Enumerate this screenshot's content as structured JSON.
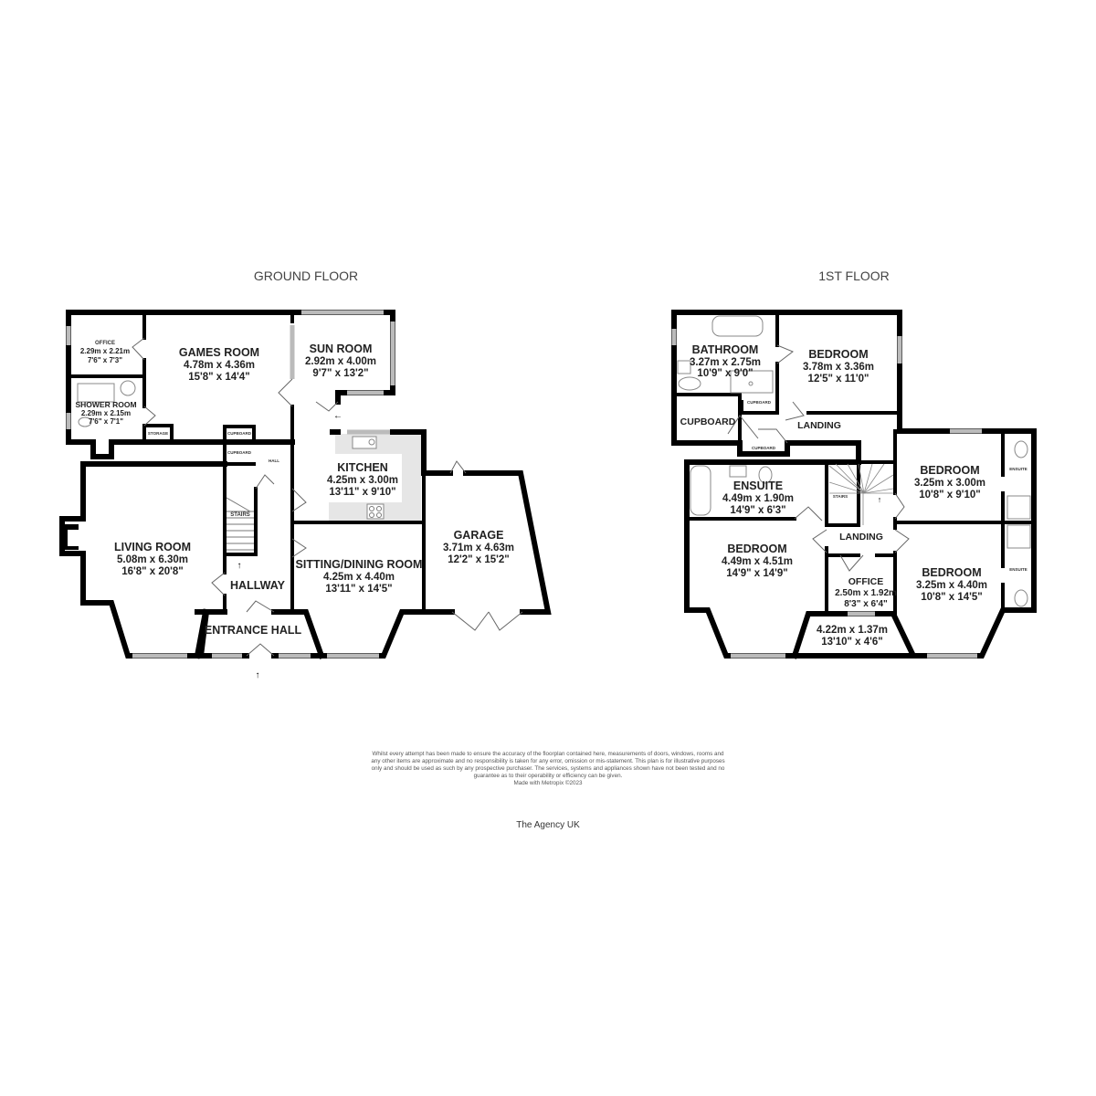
{
  "ground_floor": {
    "title": "GROUND FLOOR",
    "rooms": {
      "office": {
        "name": "OFFICE",
        "metric": "2.29m x 2.21m",
        "imperial": "7'6\" x 7'3\""
      },
      "shower_room": {
        "name": "SHOWER ROOM",
        "metric": "2.29m x 2.15m",
        "imperial": "7'6\" x 7'1\""
      },
      "games_room": {
        "name": "GAMES ROOM",
        "metric": "4.78m x 4.36m",
        "imperial": "15'8\" x 14'4\""
      },
      "sun_room": {
        "name": "SUN ROOM",
        "metric": "2.92m x 4.00m",
        "imperial": "9'7\" x 13'2\""
      },
      "kitchen": {
        "name": "KITCHEN",
        "metric": "4.25m x 3.00m",
        "imperial": "13'11\" x 9'10\""
      },
      "living_room": {
        "name": "LIVING ROOM",
        "metric": "5.08m x 6.30m",
        "imperial": "16'8\" x 20'8\""
      },
      "sitting_dining": {
        "name": "SITTING/DINING ROOM",
        "metric": "4.25m x 4.40m",
        "imperial": "13'11\" x 14'5\""
      },
      "garage": {
        "name": "GARAGE",
        "metric": "3.71m x 4.63m",
        "imperial": "12'2\" x 15'2\""
      },
      "hallway": {
        "name": "HALLWAY"
      },
      "entrance_hall": {
        "name": "ENTRANCE HALL"
      },
      "hall": {
        "name": "HALL"
      },
      "stairs": {
        "name": "STAIRS"
      },
      "cupboard_1": {
        "name": "CUPBOARD"
      },
      "cupboard_2": {
        "name": "CUPBOARD"
      },
      "storage": {
        "name": "STORAGE"
      }
    }
  },
  "first_floor": {
    "title": "1ST FLOOR",
    "rooms": {
      "bathroom": {
        "name": "BATHROOM",
        "metric": "3.27m x 2.75m",
        "imperial": "10'9\" x 9'0\""
      },
      "bedroom_1": {
        "name": "BEDROOM",
        "metric": "3.78m x 3.36m",
        "imperial": "12'5\" x 11'0\""
      },
      "cupboard_large": {
        "name": "CUPBOARD"
      },
      "cupboard_small_1": {
        "name": "CUPBOARD"
      },
      "cupboard_small_2": {
        "name": "CUPBOARD"
      },
      "landing_upper": {
        "name": "LANDING"
      },
      "ensuite_main": {
        "name": "ENSUITE",
        "metric": "4.49m x 1.90m",
        "imperial": "14'9\" x 6'3\""
      },
      "bedroom_2": {
        "name": "BEDROOM",
        "metric": "4.49m x 4.51m",
        "imperial": "14'9\" x 14'9\""
      },
      "stairs": {
        "name": "STAIRS"
      },
      "landing_lower": {
        "name": "LANDING"
      },
      "office": {
        "name": "OFFICE",
        "metric": "2.50m x 1.92m",
        "imperial": "8'3\" x 6'4\""
      },
      "bay_room": {
        "metric": "4.22m x 1.37m",
        "imperial": "13'10\" x 4'6\""
      },
      "bedroom_3": {
        "name": "BEDROOM",
        "metric": "3.25m x 3.00m",
        "imperial": "10'8\" x 9'10\""
      },
      "bedroom_4": {
        "name": "BEDROOM",
        "metric": "3.25m x 4.40m",
        "imperial": "10'8\" x 14'5\""
      },
      "ensuite_small_1": {
        "name": "ENSUITE"
      },
      "ensuite_small_2": {
        "name": "ENSUITE"
      }
    }
  },
  "footer": {
    "disclaimer": "Whilst every attempt has been made to ensure the accuracy of the floorplan contained here, measurements of doors, windows, rooms and any other items are approximate and no responsibility is taken for any error, omission or mis-statement. This plan is for illustrative purposes only and should be used as such by any prospective purchaser. The services, systems and appliances shown have not been tested and no guarantee as to their operability or efficiency can be given.",
    "made_with": "Made with Metropix ©2023",
    "agency": "The Agency UK"
  }
}
